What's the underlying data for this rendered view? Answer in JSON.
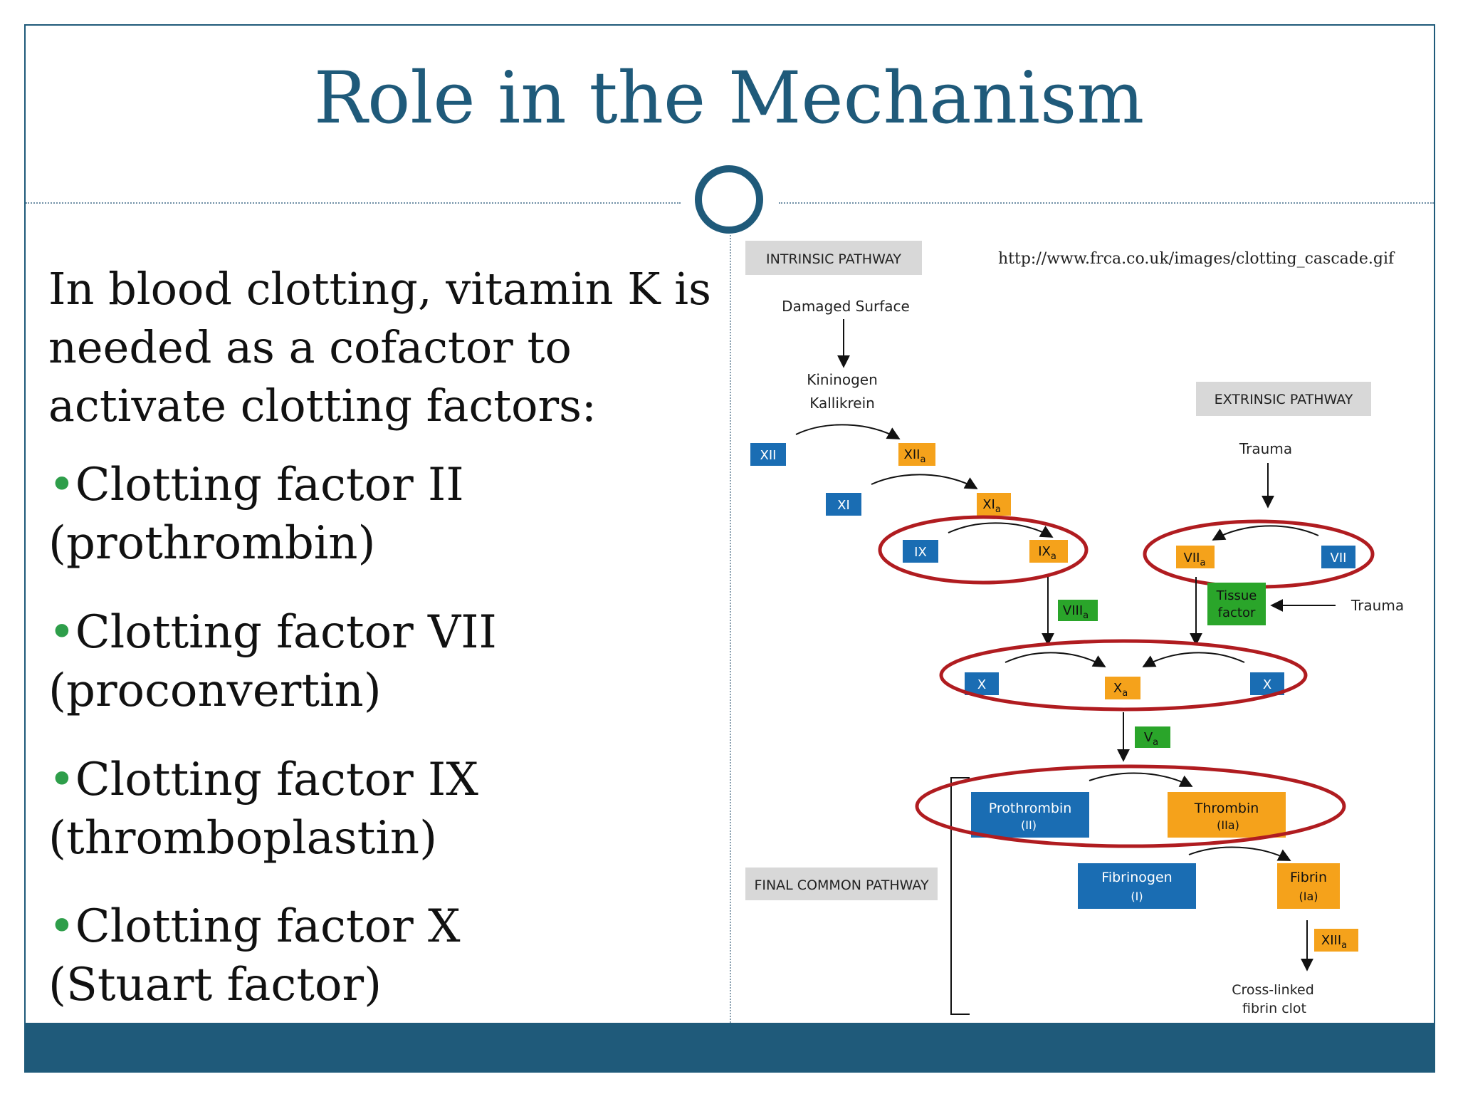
{
  "title": "Role in the Mechanism",
  "intro": "In blood clotting, vitamin K is needed as a cofactor to activate clotting factors:",
  "bullets": [
    {
      "line1": "Clotting factor II",
      "line2": "(prothrombin)"
    },
    {
      "line1": "Clotting factor VII",
      "line2": "(proconvertin)"
    },
    {
      "line1": "Clotting factor IX",
      "line2": "(thromboplastin)"
    },
    {
      "line1": "Clotting factor X",
      "line2": "(Stuart factor)"
    }
  ],
  "bullet_symbol": "•",
  "source_url": "http://www.frca.co.uk/images/clotting_cascade.gif",
  "diagram": {
    "intrinsic_label": "INTRINSIC PATHWAY",
    "extrinsic_label": "EXTRINSIC PATHWAY",
    "final_label": "FINAL COMMON  PATHWAY",
    "damaged_surface": "Damaged Surface",
    "kininogen": "Kininogen",
    "kallikrein": "Kallikrein",
    "trauma_top": "Trauma",
    "trauma_side": "Trauma",
    "tissue_factor_1": "Tissue",
    "tissue_factor_2": "factor",
    "factors": {
      "xii": "XII",
      "xii_a": "XII",
      "xi": "XI",
      "xi_a": "XI",
      "ix": "IX",
      "ix_a": "IX",
      "vii": "VII",
      "vii_a": "VII",
      "viii_a": "VIII",
      "x_left": "X",
      "x_right": "X",
      "x_a": "X",
      "v_a": "V",
      "xiii_a": "XIII",
      "sub_a": "a"
    },
    "prothrombin": "Prothrombin",
    "prothrombin_sub": "(II)",
    "thrombin": "Thrombin",
    "thrombin_sub": "(IIa)",
    "fibrinogen": "Fibrinogen",
    "fibrinogen_sub": "(I)",
    "fibrin": "Fibrin",
    "fibrin_sub": "(Ia)",
    "crosslinked_1": "Cross-linked",
    "crosslinked_2": "fibrin clot",
    "colors": {
      "blue": "#1a6db3",
      "orange": "#f5a21b",
      "green": "#2aa52a",
      "grey_label": "#d8d8d8",
      "highlight_ring": "#b01c20",
      "accent": "#1f5a7a"
    }
  }
}
